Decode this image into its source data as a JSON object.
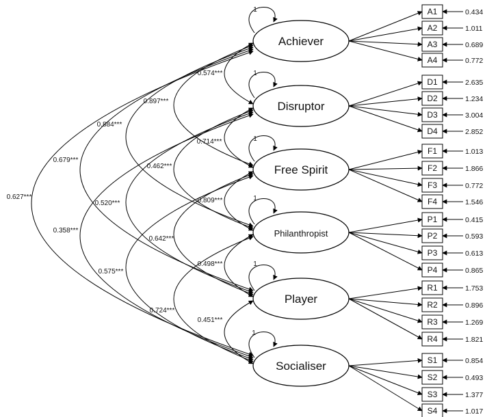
{
  "factors": [
    {
      "name": "Achiever",
      "variance": "1",
      "indicators": [
        {
          "label": "A1",
          "error": "0.434"
        },
        {
          "label": "A2",
          "error": "1.011"
        },
        {
          "label": "A3",
          "error": "0.689"
        },
        {
          "label": "A4",
          "error": "0.772"
        }
      ]
    },
    {
      "name": "Disruptor",
      "variance": "1",
      "indicators": [
        {
          "label": "D1",
          "error": "2.635"
        },
        {
          "label": "D2",
          "error": "1.234"
        },
        {
          "label": "D3",
          "error": "3.004"
        },
        {
          "label": "D4",
          "error": "2.852"
        }
      ]
    },
    {
      "name": "Free Spirit",
      "variance": "1",
      "indicators": [
        {
          "label": "F1",
          "error": "1.013"
        },
        {
          "label": "F2",
          "error": "1.866"
        },
        {
          "label": "F3",
          "error": "0.772"
        },
        {
          "label": "F4",
          "error": "1.546"
        }
      ]
    },
    {
      "name": "Philanthropist",
      "variance": "1",
      "indicators": [
        {
          "label": "P1",
          "error": "0.415"
        },
        {
          "label": "P2",
          "error": "0.593"
        },
        {
          "label": "P3",
          "error": "0.613"
        },
        {
          "label": "P4",
          "error": "0.865"
        }
      ]
    },
    {
      "name": "Player",
      "variance": "1",
      "indicators": [
        {
          "label": "R1",
          "error": "1.753"
        },
        {
          "label": "R2",
          "error": "0.896"
        },
        {
          "label": "R3",
          "error": "1.269"
        },
        {
          "label": "R4",
          "error": "1.821"
        }
      ]
    },
    {
      "name": "Socialiser",
      "variance": "1",
      "indicators": [
        {
          "label": "S1",
          "error": "0.854"
        },
        {
          "label": "S2",
          "error": "0.493"
        },
        {
          "label": "S3",
          "error": "1.377"
        },
        {
          "label": "S4",
          "error": "1.017"
        }
      ]
    }
  ],
  "covariances": [
    {
      "from": 0,
      "to": 1,
      "label": "0.574***"
    },
    {
      "from": 1,
      "to": 2,
      "label": "0.714***"
    },
    {
      "from": 2,
      "to": 3,
      "label": "0.809***"
    },
    {
      "from": 3,
      "to": 4,
      "label": "0.498***"
    },
    {
      "from": 4,
      "to": 5,
      "label": "0.451***"
    },
    {
      "from": 0,
      "to": 2,
      "label": "0.897***"
    },
    {
      "from": 1,
      "to": 3,
      "label": "0.462***"
    },
    {
      "from": 2,
      "to": 4,
      "label": "0.642***"
    },
    {
      "from": 3,
      "to": 5,
      "label": "0.724***"
    },
    {
      "from": 0,
      "to": 3,
      "label": "0.884***"
    },
    {
      "from": 1,
      "to": 4,
      "label": "0.520***"
    },
    {
      "from": 2,
      "to": 5,
      "label": "0.575***"
    },
    {
      "from": 0,
      "to": 4,
      "label": "0.679***"
    },
    {
      "from": 1,
      "to": 5,
      "label": "0.358***"
    },
    {
      "from": 0,
      "to": 5,
      "label": "0.627***"
    }
  ]
}
